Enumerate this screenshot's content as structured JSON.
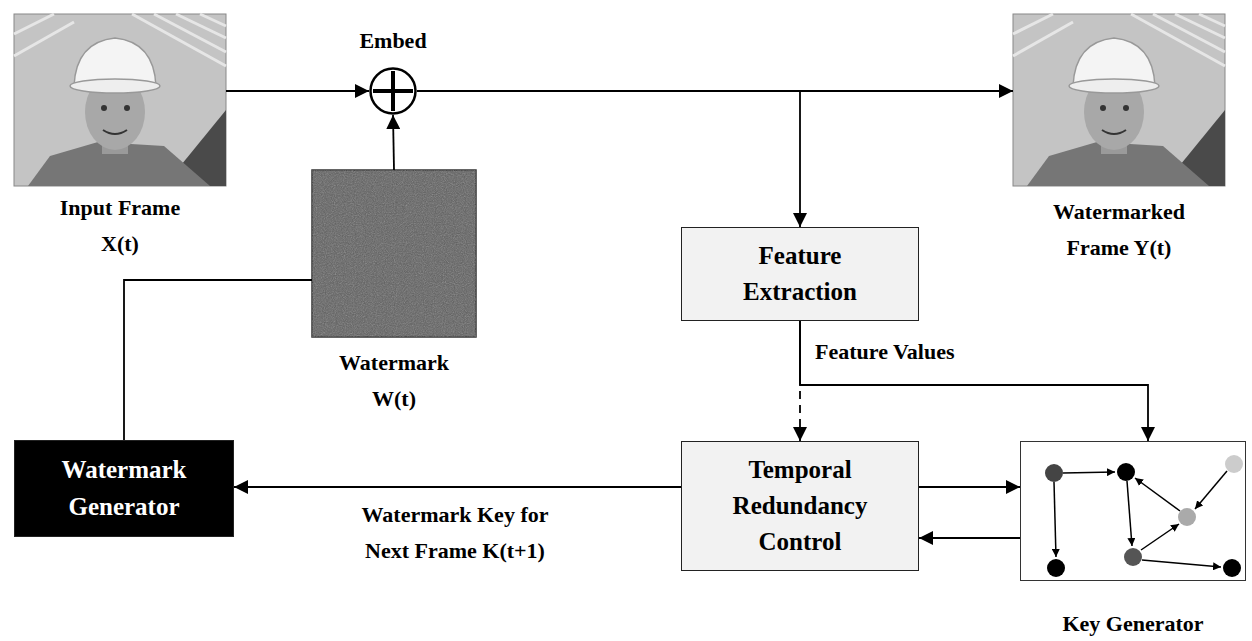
{
  "diagram": {
    "nodes": [
      {
        "text": [
          "Input Frame X(t)"
        ]
      },
      {
        "text": [
          "Embed"
        ]
      },
      {
        "text": [
          "Watermarked Frame Y(t)"
        ]
      },
      {
        "text": [
          "Watermark W(t)"
        ]
      },
      {
        "text": [
          "Feature Extraction"
        ]
      },
      {
        "text": [
          "Watermark Generator"
        ]
      },
      {
        "text": [
          "Temporal Redundancy Control"
        ]
      },
      {
        "text": [
          "Key Generator"
        ]
      }
    ],
    "edges": [
      {
        "from": 0,
        "to": 1,
        "arrow": "to"
      },
      {
        "from": 3,
        "to": 1,
        "arrow": "to"
      },
      {
        "from": 1,
        "to": 2,
        "arrow": "to"
      },
      {
        "from": 1,
        "to": 4,
        "arrow": "to"
      },
      {
        "from": 4,
        "to": 6,
        "arrow": "to"
      },
      {
        "from": 4,
        "to": 7,
        "label": "Feature Values",
        "arrow": "to"
      },
      {
        "from": 6,
        "to": 7,
        "arrow": "to"
      },
      {
        "from": 7,
        "to": 6,
        "arrow": "to"
      },
      {
        "from": 6,
        "to": 5,
        "label": "Watermark Key for Next Frame K(t+1)",
        "arrow": "to"
      },
      {
        "from": 5,
        "to": 3,
        "arrow": "none"
      }
    ]
  }
}
